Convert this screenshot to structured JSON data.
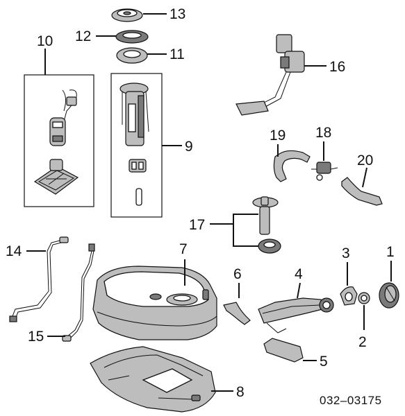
{
  "diagram": {
    "code": "032–03175",
    "callouts": {
      "c1": "1",
      "c2": "2",
      "c3": "3",
      "c4": "4",
      "c5": "5",
      "c6": "6",
      "c7": "7",
      "c8": "8",
      "c9": "9",
      "c10": "10",
      "c11": "11",
      "c12": "12",
      "c13": "13",
      "c14": "14",
      "c15": "15",
      "c16": "16",
      "c17": "17",
      "c18": "18",
      "c19": "19",
      "c20": "20"
    }
  }
}
